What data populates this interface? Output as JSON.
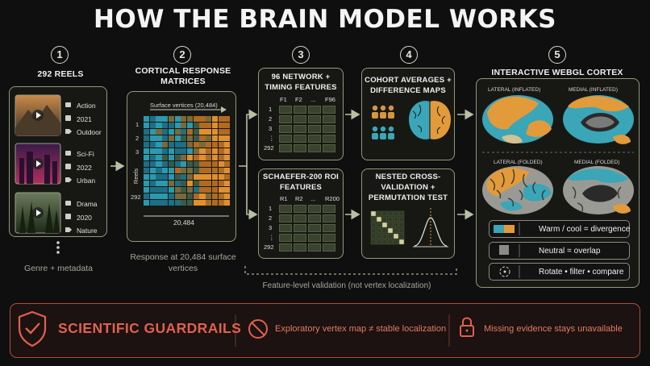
{
  "title": "HOW THE BRAIN MODEL WORKS",
  "steps": [
    {
      "num": "1",
      "header": "292 REELS",
      "caption": "Genre + metadata"
    },
    {
      "num": "2",
      "header": "CORTICAL RESPONSE MATRICES",
      "caption": "Response at 20,484 surface vertices"
    },
    {
      "num": "3",
      "header_top": "96 NETWORK + TIMING FEATURES",
      "header_bottom": "SCHAEFER-200 ROI FEATURES"
    },
    {
      "num": "4",
      "header_top": "COHORT AVERAGES + DIFFERENCE MAPS",
      "header_bottom": "NESTED CROSS-VALIDATION + PERMUTATION TEST"
    },
    {
      "num": "5",
      "header": "INTERACTIVE WEBGL CORTEX"
    }
  ],
  "reels": [
    {
      "genre": "Action",
      "year": "2021",
      "setting": "Outdoor"
    },
    {
      "genre": "Sci-Fi",
      "year": "2022",
      "setting": "Urban"
    },
    {
      "genre": "Drama",
      "year": "2020",
      "setting": "Nature"
    }
  ],
  "matrix": {
    "top_label": "Surface vertices (20,484)",
    "row_labels": [
      "1",
      "2",
      "3",
      "Reels",
      "292"
    ],
    "bottom_label": "20,484"
  },
  "network_table": {
    "cols": [
      "F1",
      "F2",
      "...",
      "F96"
    ],
    "rows": [
      "1",
      "2",
      "3",
      "⋮",
      "292"
    ]
  },
  "roi_table": {
    "cols": [
      "R1",
      "R2",
      "...",
      "R200"
    ],
    "rows": [
      "1",
      "2",
      "3",
      "⋮",
      "292"
    ]
  },
  "validation_note": "Feature-level validation (not vertex localization)",
  "brain_views": {
    "lateral_inflated": "LATERAL (INFLATED)",
    "medial_inflated": "MEDIAL (INFLATED)",
    "lateral_folded": "LATERAL (FOLDED)",
    "medial_folded": "MEDIAL (FOLDED)"
  },
  "legend": [
    {
      "label": "Warm / cool = divergence"
    },
    {
      "label": "Neutral = overlap"
    },
    {
      "label": "Rotate • filter • compare"
    }
  ],
  "guardrails": {
    "title": "SCIENTIFIC GUARDRAILS",
    "items": [
      "Exploratory vertex map ≠ stable localization",
      "Missing evidence stays unavailable"
    ]
  },
  "colors": {
    "panel_border": "#8e9a78",
    "warm": "#e89a3a",
    "cool": "#3aa6b8",
    "guard": "#e0614d"
  }
}
